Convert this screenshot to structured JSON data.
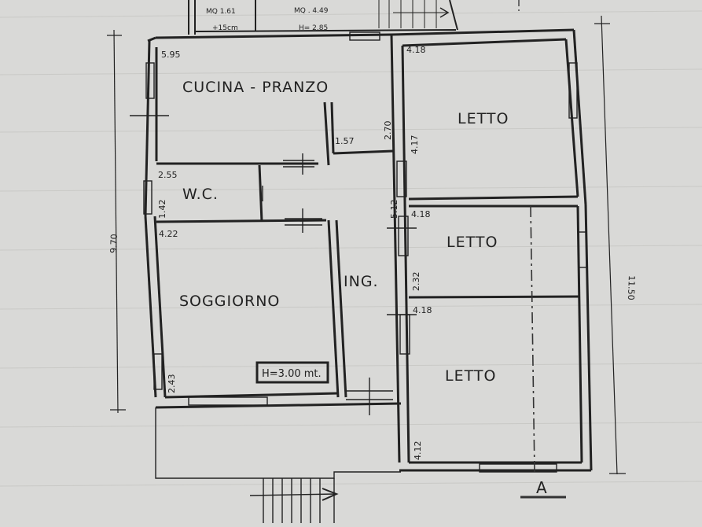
{
  "header": {
    "mq_left": "MQ 1.61",
    "mq_right": "MQ . 4.49",
    "note_left": "+15cm",
    "note_right": "H= 2.85"
  },
  "rooms": {
    "kitchen": "CUCINA - PRANZO",
    "bedroom_top": "LETTO",
    "bedroom_mid": "LETTO",
    "bedroom_bottom": "LETTO",
    "wc": "W.C.",
    "living": "SOGGIORNO",
    "entrance": "ING."
  },
  "height_note": "H=3.00 mt.",
  "overall": {
    "left": "9.70",
    "right": "11.50"
  },
  "dims": {
    "kitchen_width": "5.95",
    "bed_top_width": "4.18",
    "closet": "1.57",
    "kitchen_depth": "2.70",
    "bed_top_depth": "4.17",
    "wc_width": "2.55",
    "wc_depth": "1.42",
    "corridor": "5.12",
    "bed_mid_width": "4.18",
    "living_width": "4.22",
    "bed_mid_depth": "2.32",
    "bed_bottom_width": "4.18",
    "living_depth": "2.43",
    "bed_bottom_depth": "4.12"
  },
  "section": "A"
}
